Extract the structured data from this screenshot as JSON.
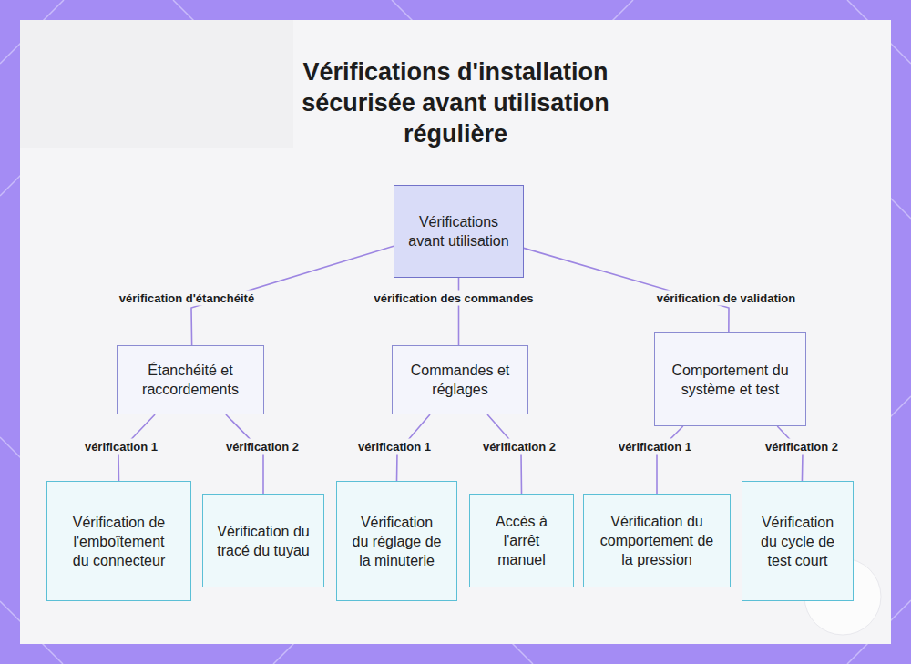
{
  "diagram": {
    "title": "Vérifications d'installation sécurisée avant utilisation régulière",
    "nodes": [
      {
        "text": [
          "Vérifications avant utilisation"
        ]
      },
      {
        "text": [
          "Étanchéité et raccordements"
        ]
      },
      {
        "text": [
          "Commandes et réglages"
        ]
      },
      {
        "text": [
          "Comportement du système et test"
        ]
      },
      {
        "text": [
          "Vérification de l'emboîtement du connecteur"
        ]
      },
      {
        "text": [
          "Vérification du tracé du tuyau"
        ]
      },
      {
        "text": [
          "Vérification du réglage de la minuterie"
        ]
      },
      {
        "text": [
          "Accès à l'arrêt manuel"
        ]
      },
      {
        "text": [
          "Vérification du comportement de la pression"
        ]
      },
      {
        "text": [
          "Vérification du cycle de test court"
        ]
      }
    ],
    "edges": [
      {
        "from": 0,
        "to": 1,
        "label": "vérification d'étanchéité",
        "arrow": "none"
      },
      {
        "from": 0,
        "to": 2,
        "label": "vérification des commandes",
        "arrow": "none"
      },
      {
        "from": 0,
        "to": 3,
        "label": "vérification de validation",
        "arrow": "none"
      },
      {
        "from": 1,
        "to": 4,
        "label": "vérification 1",
        "arrow": "none"
      },
      {
        "from": 1,
        "to": 5,
        "label": "vérification 2",
        "arrow": "none"
      },
      {
        "from": 2,
        "to": 6,
        "label": "vérification 1",
        "arrow": "none"
      },
      {
        "from": 2,
        "to": 7,
        "label": "vérification 2",
        "arrow": "none"
      },
      {
        "from": 3,
        "to": 8,
        "label": "vérification 1",
        "arrow": "none"
      },
      {
        "from": 3,
        "to": 9,
        "label": "vérification 2",
        "arrow": "none"
      }
    ]
  }
}
